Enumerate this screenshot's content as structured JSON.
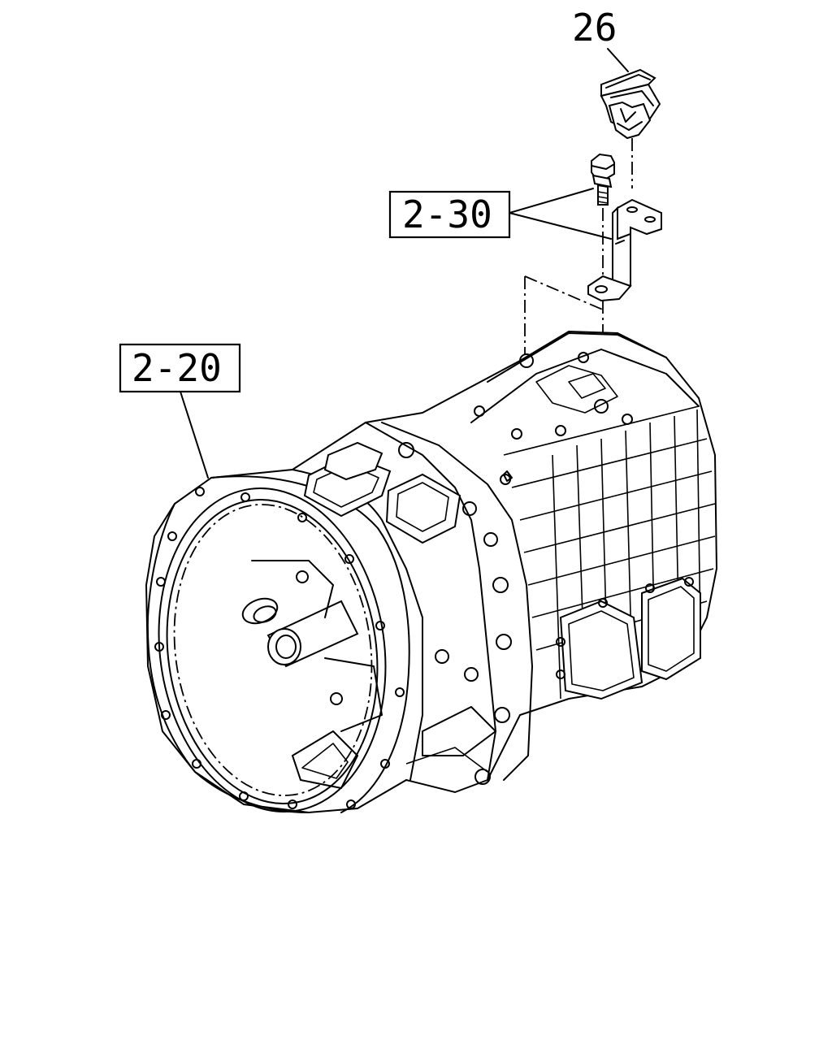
{
  "callouts": {
    "part_26": "26",
    "part_2_30": "2-30",
    "part_2_20": "2-20"
  },
  "colors": {
    "line": "#000000",
    "background": "#ffffff"
  }
}
